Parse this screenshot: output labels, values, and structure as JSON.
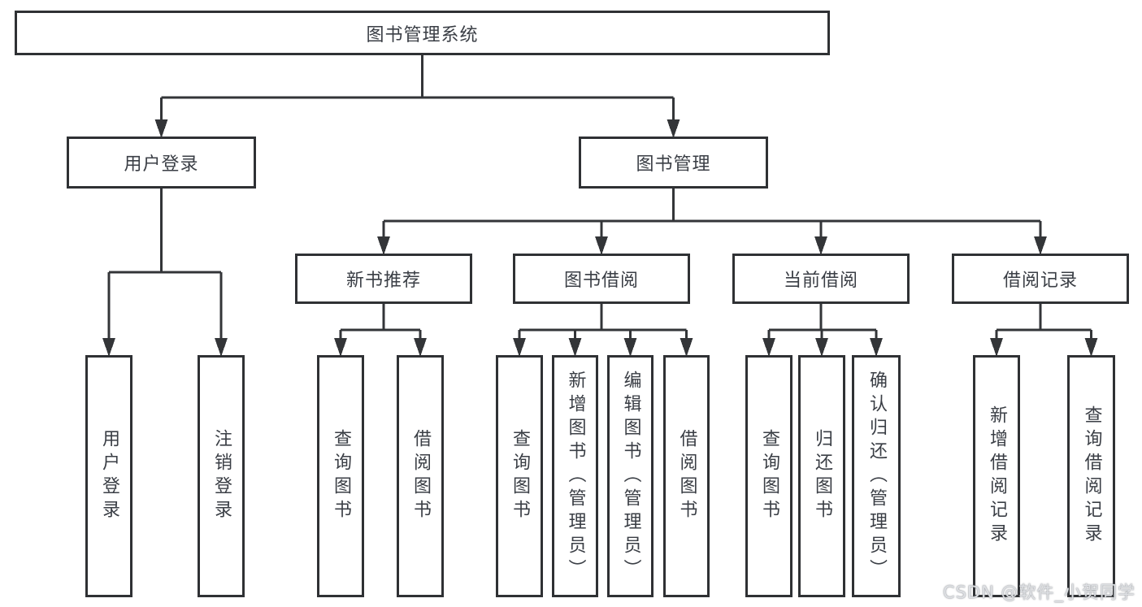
{
  "diagram": {
    "title": "图书管理系统",
    "line_color": "#333538",
    "box_border_color": "#2f3134",
    "text_color": "#3a3e45",
    "nodes": [
      {
        "id": "root",
        "label": "图书管理系统"
      },
      {
        "id": "login",
        "label": "用户登录"
      },
      {
        "id": "mgmt",
        "label": "图书管理"
      },
      {
        "id": "newrec",
        "label": "新书推荐"
      },
      {
        "id": "borrow",
        "label": "图书借阅"
      },
      {
        "id": "current",
        "label": "当前借阅"
      },
      {
        "id": "records",
        "label": "借阅记录"
      },
      {
        "id": "leaf-user-login",
        "label": "用户登录"
      },
      {
        "id": "leaf-logout",
        "label": "注销登录"
      },
      {
        "id": "leaf-nr-query",
        "label": "查询图书"
      },
      {
        "id": "leaf-nr-borrow",
        "label": "借阅图书"
      },
      {
        "id": "leaf-bw-query",
        "label": "查询图书"
      },
      {
        "id": "leaf-bw-add",
        "label": "新增图书（管理员）"
      },
      {
        "id": "leaf-bw-edit",
        "label": "编辑图书（管理员）"
      },
      {
        "id": "leaf-bw-borrow",
        "label": "借阅图书"
      },
      {
        "id": "leaf-cur-query",
        "label": "查询图书"
      },
      {
        "id": "leaf-cur-return",
        "label": "归还图书"
      },
      {
        "id": "leaf-cur-confirm",
        "label": "确认归还（管理员）"
      },
      {
        "id": "leaf-rec-add",
        "label": "新增借阅记录"
      },
      {
        "id": "leaf-rec-query",
        "label": "查询借阅记录"
      }
    ],
    "edges": [
      [
        "root",
        "login"
      ],
      [
        "root",
        "mgmt"
      ],
      [
        "login",
        "leaf-user-login"
      ],
      [
        "login",
        "leaf-logout"
      ],
      [
        "mgmt",
        "newrec"
      ],
      [
        "mgmt",
        "borrow"
      ],
      [
        "mgmt",
        "current"
      ],
      [
        "mgmt",
        "records"
      ],
      [
        "newrec",
        "leaf-nr-query"
      ],
      [
        "newrec",
        "leaf-nr-borrow"
      ],
      [
        "borrow",
        "leaf-bw-query"
      ],
      [
        "borrow",
        "leaf-bw-add"
      ],
      [
        "borrow",
        "leaf-bw-edit"
      ],
      [
        "borrow",
        "leaf-bw-borrow"
      ],
      [
        "current",
        "leaf-cur-query"
      ],
      [
        "current",
        "leaf-cur-return"
      ],
      [
        "current",
        "leaf-cur-confirm"
      ],
      [
        "records",
        "leaf-rec-add"
      ],
      [
        "records",
        "leaf-rec-query"
      ]
    ]
  },
  "watermark": {
    "text": "CSDN @软件_小贺同学"
  }
}
